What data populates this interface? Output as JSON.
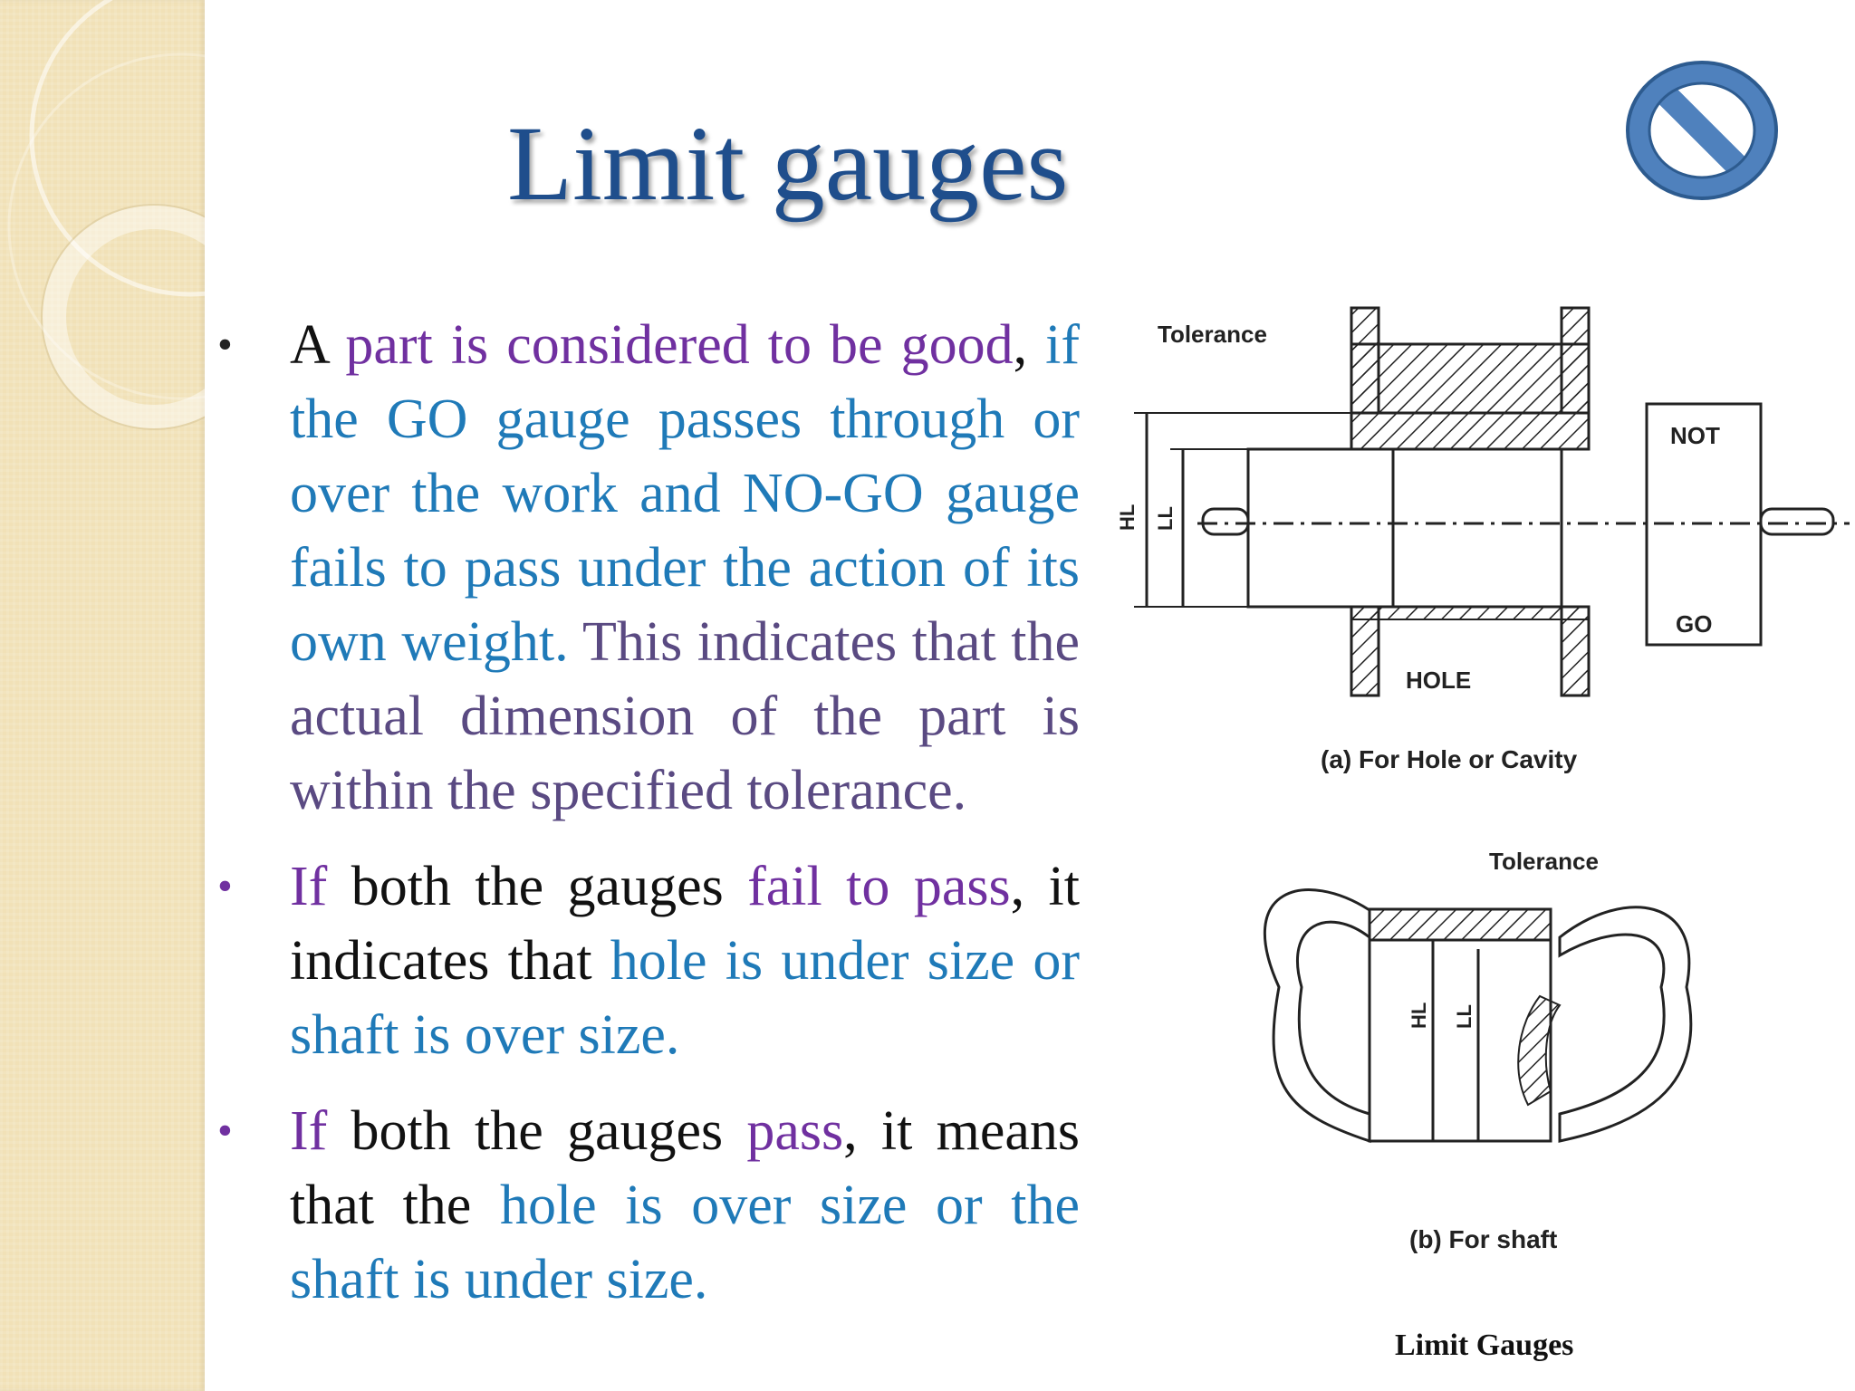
{
  "slide": {
    "title": "Limit gauges",
    "bullets": [
      {
        "segments": [
          {
            "text": "A ",
            "color": "#111111"
          },
          {
            "text": "part is considered to be good",
            "color": "#7030a0"
          },
          {
            "text": ", ",
            "color": "#111111"
          },
          {
            "text": "if the GO gauge passes through or over the work and NO-GO gauge fails to pass under the action of its own weight.",
            "color": "#1f7ab8"
          },
          {
            "text": " This indicates that the actual dimension of the part is within the specified tolerance.",
            "color": "#5a4a82"
          }
        ]
      },
      {
        "segments": [
          {
            "text": "If",
            "color": "#7030a0"
          },
          {
            "text": " both the gauges ",
            "color": "#111111"
          },
          {
            "text": "fail to pass",
            "color": "#7030a0"
          },
          {
            "text": ", it indicates that ",
            "color": "#111111"
          },
          {
            "text": "hole is under size or shaft is over size.",
            "color": "#1f7ab8"
          }
        ]
      },
      {
        "segments": [
          {
            "text": "If",
            "color": "#7030a0"
          },
          {
            "text": " both the gauges ",
            "color": "#111111"
          },
          {
            "text": "pass",
            "color": "#7030a0"
          },
          {
            "text": ", it means that the ",
            "color": "#111111"
          },
          {
            "text": "hole is over size or the shaft is under size.",
            "color": "#1f7ab8"
          }
        ]
      }
    ]
  },
  "figure": {
    "labels": {
      "tolerance_a": "Tolerance",
      "hl_a": "HL",
      "ll_a": "LL",
      "not": "NOT",
      "go": "GO",
      "hole": "HOLE",
      "caption_a": "(a) For Hole or Cavity",
      "tolerance_b": "Tolerance",
      "hl_b": "HL",
      "ll_b": "LL",
      "caption_b": "(b) For shaft",
      "figure_title": "Limit Gauges"
    }
  },
  "colors": {
    "title": "#1f4e8c",
    "sidebar": "#f1e1b7",
    "no_symbol_fill": "#4f81bd",
    "no_symbol_stroke": "#2d5b8f"
  },
  "icons": {
    "no_symbol": "prohibited-icon"
  }
}
